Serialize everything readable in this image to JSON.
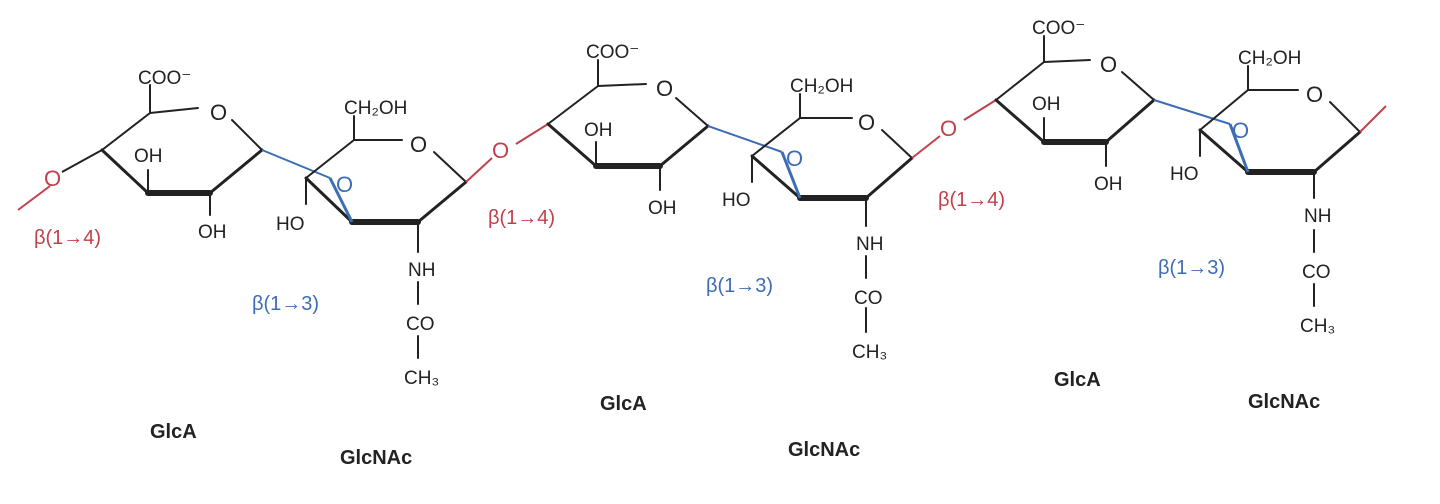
{
  "colors": {
    "bond": "#222222",
    "alpha_link": "#c0414b",
    "beta_link": "#3d6db5"
  },
  "ring_atoms": {
    "oxygen": "O"
  },
  "substituents": {
    "carboxylate": "COO⁻",
    "hydroxymethyl": "CH₂OH",
    "hydroxyl": "OH",
    "hydroxyl_left": "HO",
    "amine": "NH",
    "carbonyl": "CO",
    "methyl": "CH₃"
  },
  "links": {
    "glca_to_glcnac": "β(1→3)",
    "glcnac_to_glca": "β(1→4)"
  },
  "residues": [
    "GlcA",
    "GlcNAc",
    "GlcA",
    "GlcNAc",
    "GlcA",
    "GlcNAc"
  ]
}
